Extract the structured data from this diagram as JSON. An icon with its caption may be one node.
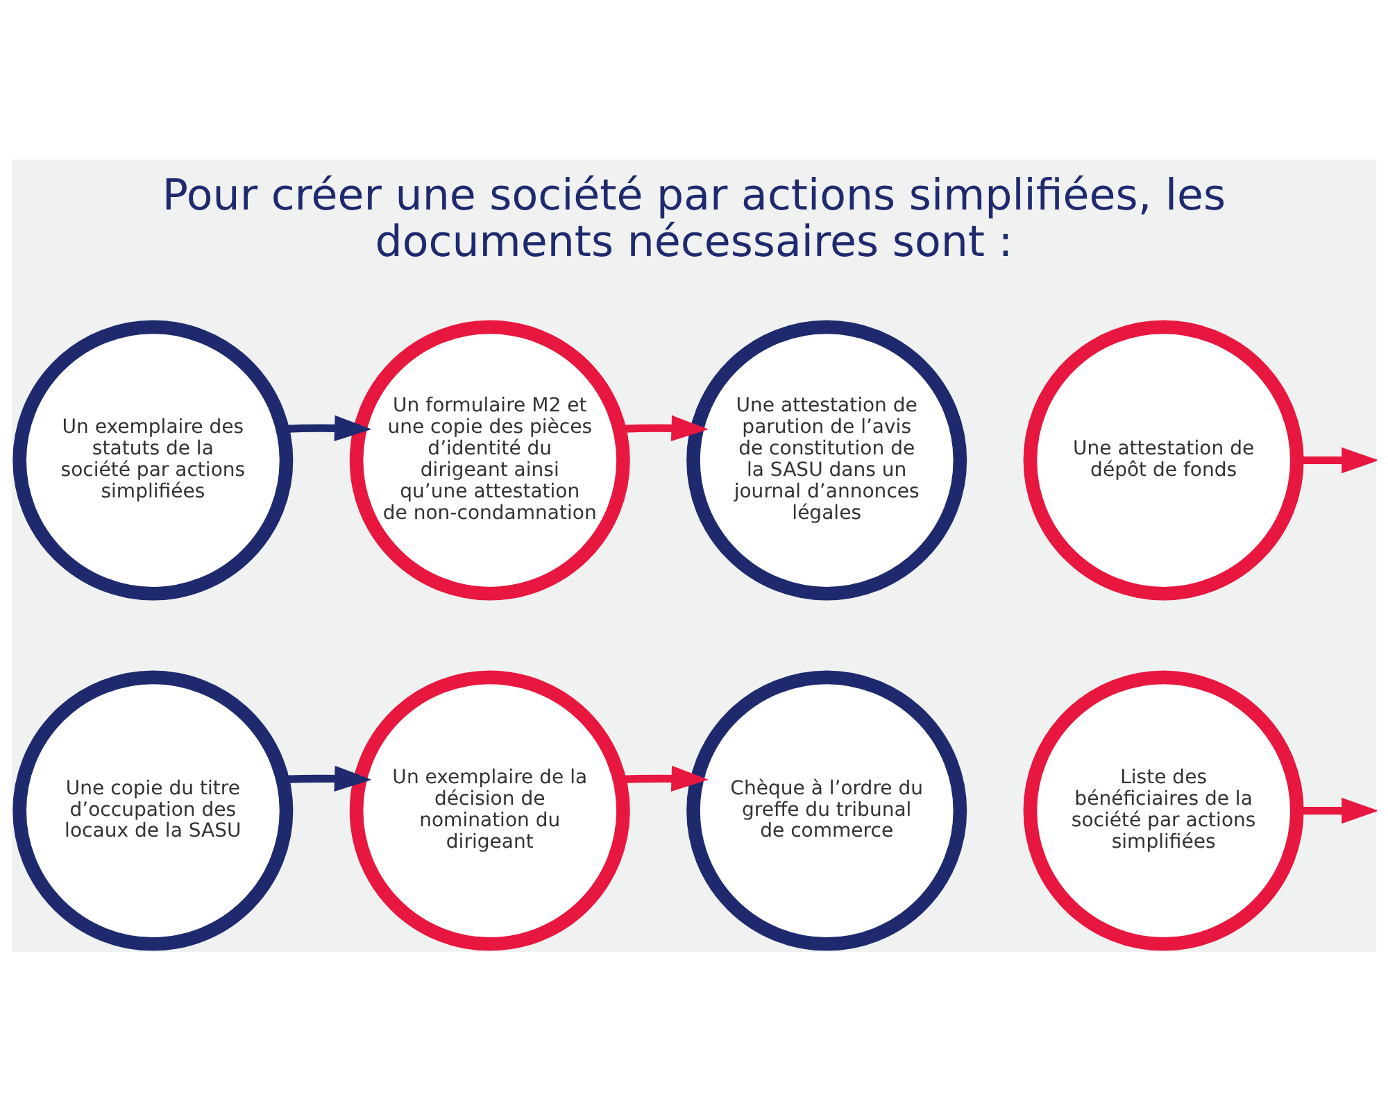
{
  "diagram": {
    "title": "Pour créer une société par actions simplifiées, les documents nécessaires sont :",
    "nodes": [
      {
        "text": [
          "Un exemplaire des statuts de la société par actions simplifiées"
        ]
      },
      {
        "text": [
          "Un formulaire M2 et une copie des pièces d’identité du dirigeant ainsi qu’une attestation de non-condamnation"
        ]
      },
      {
        "text": [
          "Une attestation de parution de l’avis de constitution de la SASU dans un journal d’annonces légales"
        ]
      },
      {
        "text": [
          "Une attestation de dépôt de fonds"
        ]
      },
      {
        "text": [
          "Une copie du titre d’occupation des locaux de la SASU"
        ]
      },
      {
        "text": [
          "Un exemplaire de la décision de nomination du dirigeant"
        ]
      },
      {
        "text": [
          "Chèque à l’ordre du greffe du tribunal de commerce"
        ]
      },
      {
        "text": [
          "Liste des bénéficiaires de la société par actions simplifiées"
        ]
      }
    ],
    "edges": [
      {
        "from": 0,
        "to": 1,
        "arrow": "to",
        "color": "#1f2a6e"
      },
      {
        "from": 1,
        "to": 2,
        "arrow": "to",
        "color": "#e8173f"
      },
      {
        "from": 3,
        "to": null,
        "arrow": "to",
        "color": "#e8173f"
      },
      {
        "from": 4,
        "to": 5,
        "arrow": "to",
        "color": "#1f2a6e"
      },
      {
        "from": 5,
        "to": 6,
        "arrow": "to",
        "color": "#e8173f"
      },
      {
        "from": 7,
        "to": null,
        "arrow": "to",
        "color": "#e8173f"
      }
    ]
  }
}
